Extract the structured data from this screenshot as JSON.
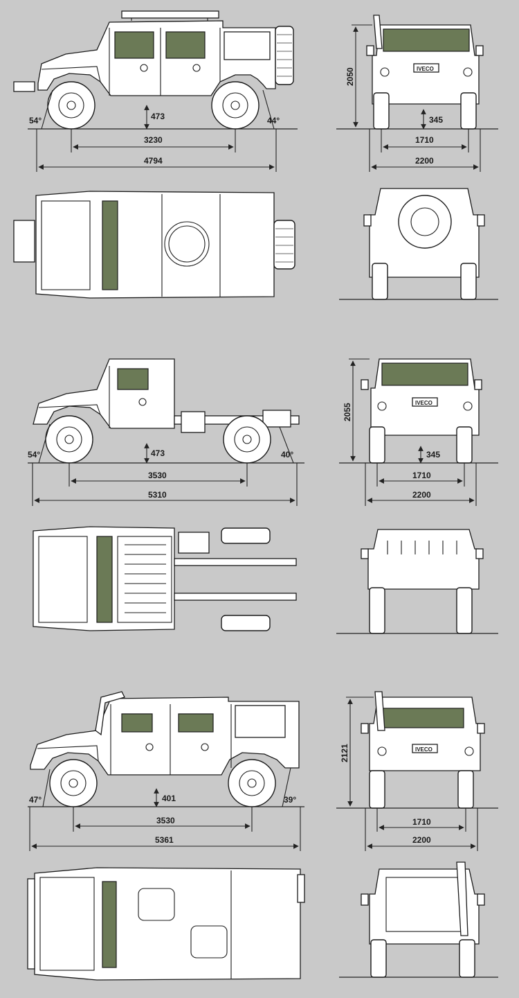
{
  "colors": {
    "background": "#c9c9c9",
    "glass": "#6b7a56",
    "line": "#1a1a1a"
  },
  "variants": [
    {
      "side": {
        "approach_angle": "54°",
        "departure_angle": "44°",
        "ground_clearance": "473",
        "wheelbase": "3230",
        "length": "4794"
      },
      "front": {
        "height": "2050",
        "clearance": "345",
        "track": "1710",
        "width": "2200"
      },
      "front_badge": "IVECO"
    },
    {
      "side": {
        "approach_angle": "54°",
        "departure_angle": "40°",
        "ground_clearance": "473",
        "wheelbase": "3530",
        "length": "5310"
      },
      "front": {
        "height": "2055",
        "clearance": "345",
        "track": "1710",
        "width": "2200"
      },
      "front_badge": "IVECO"
    },
    {
      "side": {
        "approach_angle": "47°",
        "departure_angle": "39°",
        "ground_clearance": "401",
        "wheelbase": "3530",
        "length": "5361"
      },
      "front": {
        "height": "2121",
        "clearance": "",
        "track": "1710",
        "width": "2200"
      },
      "front_badge": "IVECO"
    }
  ]
}
